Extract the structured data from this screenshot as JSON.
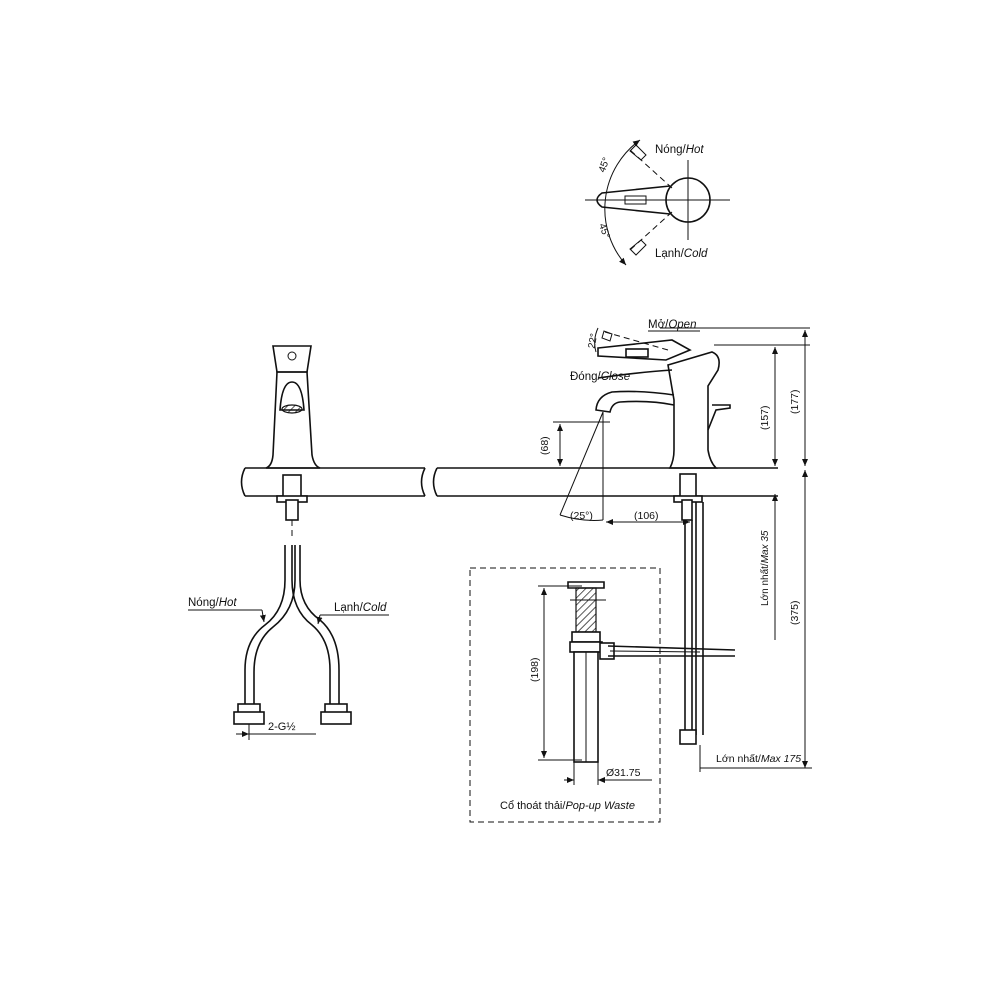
{
  "top_view": {
    "hot_label": "Nóng/",
    "hot_label_en": "Hot",
    "cold_label": "Lạnh/",
    "cold_label_en": "Cold",
    "angle_top": "45°",
    "angle_bottom": "45°"
  },
  "front_view": {
    "hot_label": "Nóng/",
    "hot_label_en": "Hot",
    "cold_label": "Lạnh/",
    "cold_label_en": "Cold",
    "connection": "2-G½"
  },
  "side_view": {
    "open_label": "Mở/",
    "open_label_en": "Open",
    "close_label": "Đóng/",
    "close_label_en": "Close",
    "lever_angle": "22°",
    "spout_angle": "(25°)",
    "spout_height": "(68)",
    "spout_reach": "(106)",
    "height_157": "(157)",
    "height_177": "(177)",
    "hose_length": "(375)",
    "max_deck": "Lớn nhất/",
    "max_deck_en": "Max 35",
    "max_hose": "Lớn nhất/",
    "max_hose_en": "Max 175"
  },
  "waste": {
    "title": "Cổ thoát thải/",
    "title_en": "Pop-up Waste",
    "length": "(198)",
    "diameter": "Ø31.75"
  }
}
